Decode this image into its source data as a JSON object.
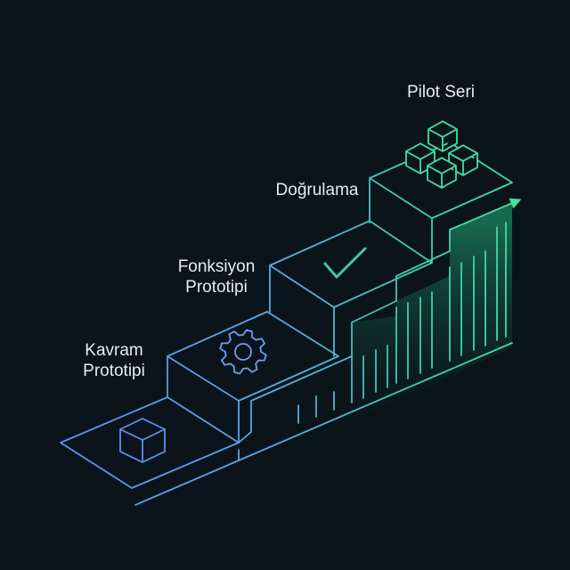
{
  "steps": [
    {
      "line1": "Kavram",
      "line2": "Prototipi",
      "icon": "cube-icon"
    },
    {
      "line1": "Fonksiyon",
      "line2": "Prototipi",
      "icon": "gear-icon"
    },
    {
      "line1": "Doğrulama",
      "icon": "checkmark-icon"
    },
    {
      "line1": "Pilot Seri",
      "icon": "cube-cluster-icon"
    }
  ],
  "colors": {
    "background": "#0c141b",
    "blue": "#5f8ff0",
    "teal": "#3fc6b4",
    "green": "#3ee0a0",
    "text": "#e6ecf0"
  }
}
